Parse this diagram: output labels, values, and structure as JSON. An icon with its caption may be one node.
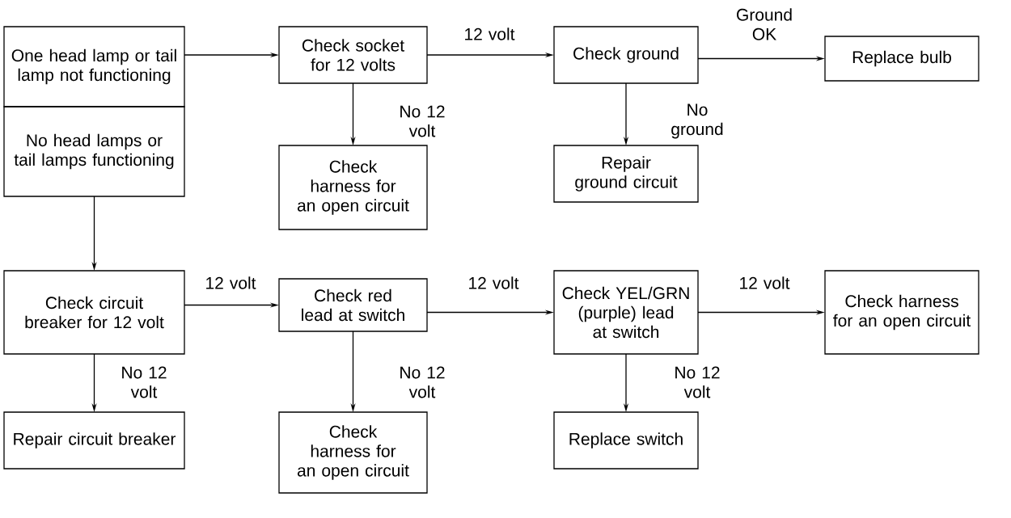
{
  "diagram": {
    "nodes": [
      {
        "text": [
          "One head lamp or tail lamp not functioning"
        ]
      },
      {
        "text": [
          "No head lamps or tail lamps functioning"
        ]
      },
      {
        "text": [
          "Check socket for 12 volts"
        ]
      },
      {
        "text": [
          "Check ground"
        ]
      },
      {
        "text": [
          "Replace bulb"
        ]
      },
      {
        "text": [
          "Check harness for an open circuit"
        ]
      },
      {
        "text": [
          "Repair ground circuit"
        ]
      },
      {
        "text": [
          "Check circuit breaker for 12 volt"
        ]
      },
      {
        "text": [
          "Check red lead at switch"
        ]
      },
      {
        "text": [
          "Check YEL/GRN (purple) lead at switch"
        ]
      },
      {
        "text": [
          "Check harness for an open circuit"
        ]
      },
      {
        "text": [
          "Repair circuit breaker"
        ]
      },
      {
        "text": [
          "Check harness for an open circuit"
        ]
      },
      {
        "text": [
          "Replace switch"
        ]
      }
    ],
    "edges": [
      {
        "from": 0,
        "to": 2,
        "arrow": "to"
      },
      {
        "from": 2,
        "to": 3,
        "arrow": "to",
        "label": "12 volt"
      },
      {
        "from": 3,
        "to": 4,
        "arrow": "to",
        "label": "Ground OK"
      },
      {
        "from": 2,
        "to": 5,
        "arrow": "to",
        "label": "No 12 volt"
      },
      {
        "from": 3,
        "to": 6,
        "arrow": "to",
        "label": "No ground"
      },
      {
        "from": 1,
        "to": 7,
        "arrow": "to"
      },
      {
        "from": 7,
        "to": 8,
        "arrow": "to",
        "label": "12 volt"
      },
      {
        "from": 8,
        "to": 9,
        "arrow": "to",
        "label": "12 volt"
      },
      {
        "from": 9,
        "to": 10,
        "arrow": "to",
        "label": "12 volt"
      },
      {
        "from": 7,
        "to": 11,
        "arrow": "to",
        "label": "No 12 volt"
      },
      {
        "from": 8,
        "to": 12,
        "arrow": "to",
        "label": "No 12 volt"
      },
      {
        "from": 9,
        "to": 13,
        "arrow": "to",
        "label": "No 12 volt"
      }
    ]
  }
}
